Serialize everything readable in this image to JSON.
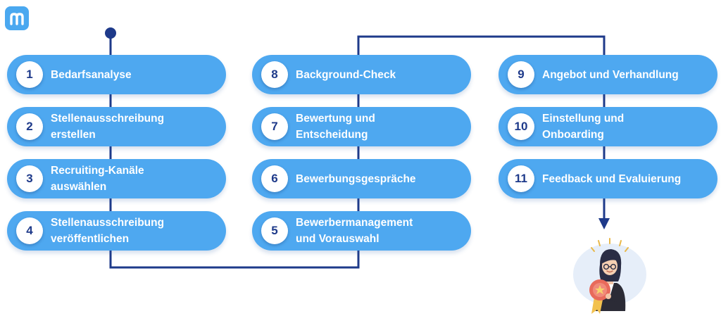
{
  "brand": {
    "logo_letter": "m",
    "accent": "#4ea8f0",
    "line_color": "#1e3a8a"
  },
  "steps": [
    {
      "number": "1",
      "label": "Bedarfsanalyse"
    },
    {
      "number": "2",
      "label": "Stellenausschreibung\nerstellen"
    },
    {
      "number": "3",
      "label": "Recruiting-Kanäle\nauswählen"
    },
    {
      "number": "4",
      "label": "Stellenausschreibung\nveröffentlichen"
    },
    {
      "number": "5",
      "label": "Bewerbermanagement\nund Vorauswahl"
    },
    {
      "number": "6",
      "label": "Bewerbungsgespräche"
    },
    {
      "number": "7",
      "label": "Bewertung und\nEntscheidung"
    },
    {
      "number": "8",
      "label": "Background-Check"
    },
    {
      "number": "9",
      "label": "Angebot und Verhandlung"
    },
    {
      "number": "10",
      "label": "Einstellung und\nOnboarding"
    },
    {
      "number": "11",
      "label": "Feedback und Evaluierung"
    }
  ],
  "illustration": {
    "icon": "woman-with-award-medal-icon"
  }
}
